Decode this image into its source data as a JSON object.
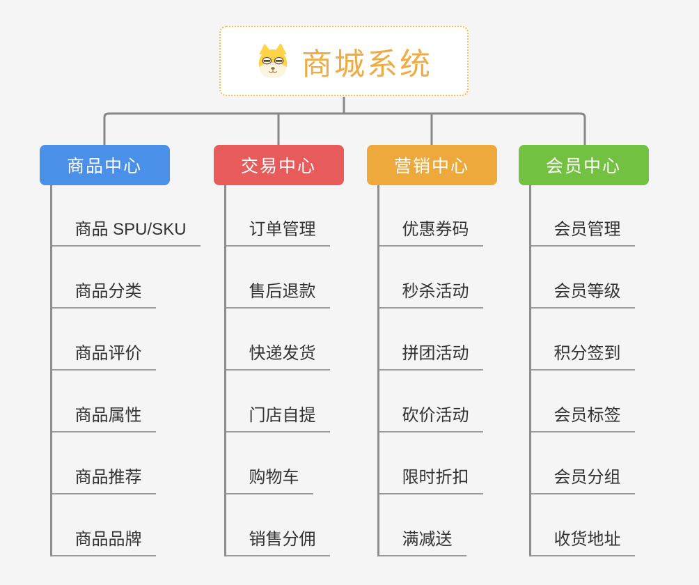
{
  "root": {
    "title": "商城系统",
    "icon": "doge-icon",
    "title_color": "#F0AC44",
    "border_color": "#F6BC52"
  },
  "branches": [
    {
      "label": "商品中心",
      "color": "#4A90E8",
      "children": [
        "商品 SPU/SKU",
        "商品分类",
        "商品评价",
        "商品属性",
        "商品推荐",
        "商品品牌"
      ]
    },
    {
      "label": "交易中心",
      "color": "#E85B5B",
      "children": [
        "订单管理",
        "售后退款",
        "快递发货",
        "门店自提",
        "购物车",
        "销售分佣"
      ]
    },
    {
      "label": "营销中心",
      "color": "#EDA93C",
      "children": [
        "优惠券码",
        "秒杀活动",
        "拼团活动",
        "砍价活动",
        "限时折扣",
        "满减送"
      ]
    },
    {
      "label": "会员中心",
      "color": "#72C141",
      "children": [
        "会员管理",
        "会员等级",
        "积分签到",
        "会员标签",
        "会员分组",
        "收货地址"
      ]
    }
  ],
  "colors": {
    "background": "#F5F5F6",
    "connector": "#878787",
    "trunk": "#8d8d8d",
    "leaf_underline": "#9b9b9b",
    "leaf_text": "#333333"
  }
}
